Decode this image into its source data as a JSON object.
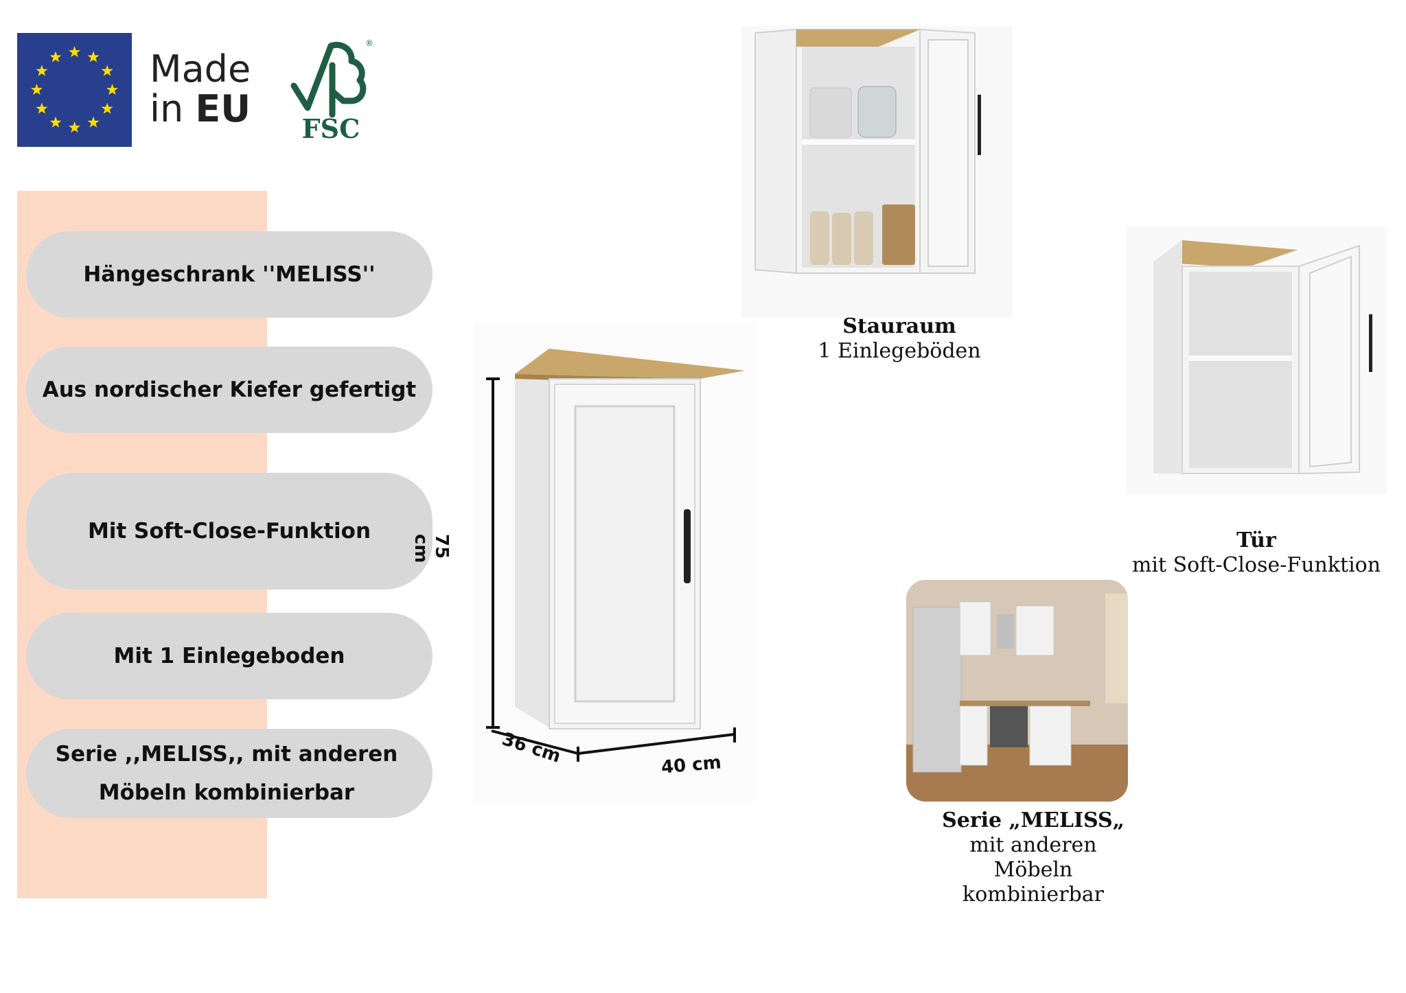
{
  "badges": {
    "made_line1": "Made",
    "made_line2_prefix": "in ",
    "made_line2_bold": "EU",
    "fsc_label": "FSC",
    "fsc_registered": "®"
  },
  "features": [
    "Hängeschrank ''MELISS''",
    "Aus nordischer Kiefer gefertigt",
    "Mit Soft-Close-Funktion",
    "Mit 1 Einlegeboden",
    "Serie ,,MELISS,, mit anderen Möbeln kombinierbar"
  ],
  "dimensions": {
    "height": "75 cm",
    "depth": "36 cm",
    "width": "40 cm"
  },
  "captions": {
    "storage": {
      "title": "Stauraum",
      "text": "1 Einlegeböden"
    },
    "door": {
      "title": "Tür",
      "text": "mit Soft-Close-Funktion"
    },
    "series": {
      "title": "Serie „MELISS„",
      "line1": "mit anderen",
      "line2": "Möbeln",
      "line3": "kombinierbar"
    }
  },
  "colors": {
    "eu_blue": "#283f8e",
    "eu_star": "#ffdd00",
    "fsc_green": "#1f5e46",
    "peach": "#fdd9c5",
    "pill_gray": "#d8d8d8",
    "wood": "#c9a66b"
  }
}
